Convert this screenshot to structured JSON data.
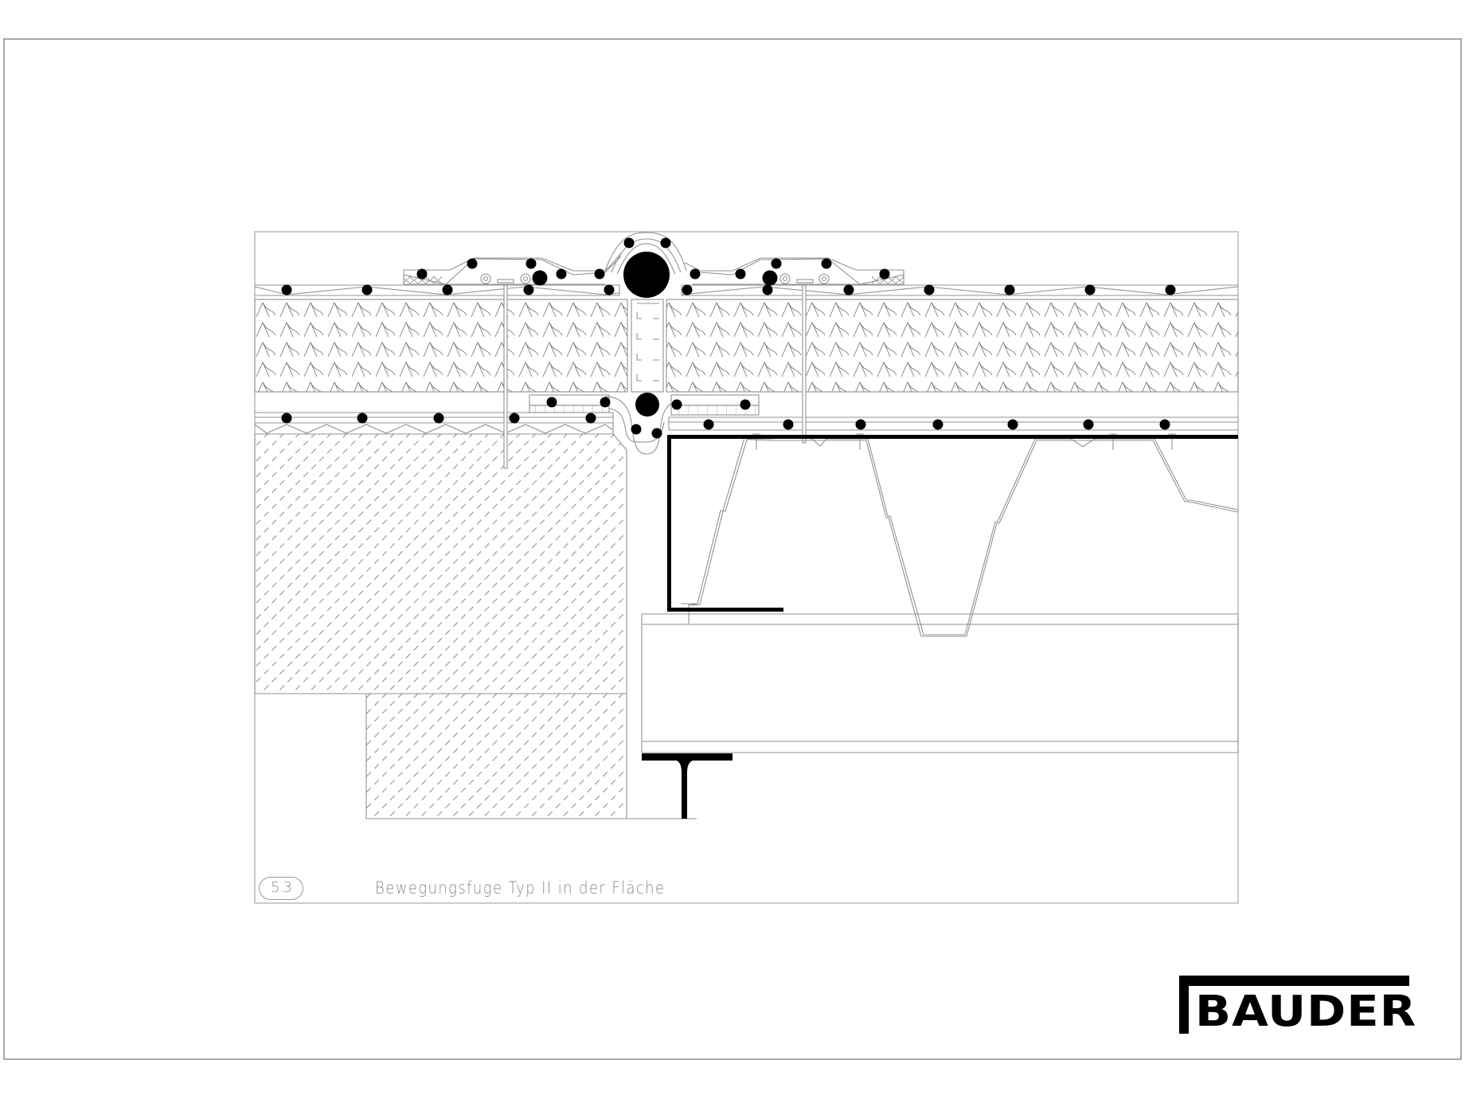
{
  "drawing": {
    "detail_number": "5.3",
    "title": "Bewegungsfuge Typ II in der Fläche",
    "type": "roof expansion joint section detail"
  },
  "brand": {
    "logo_text": "BAUDER",
    "color": "#000000"
  },
  "colors": {
    "frame_outer": "#8c8c8c",
    "frame_inner": "#a8a8a8",
    "line": "#909090",
    "solid": "#000000"
  },
  "components": [
    {
      "name": "top-waterproof-membrane",
      "icon": "membrane-with-dots"
    },
    {
      "name": "joint-cover-strip",
      "icon": "membrane-bulge"
    },
    {
      "name": "support-cord-large",
      "icon": "filled-circle"
    },
    {
      "name": "thermal-insulation",
      "icon": "insulation-hatch"
    },
    {
      "name": "joint-filler",
      "icon": "filler-block"
    },
    {
      "name": "vapor-barrier",
      "icon": "membrane-with-dots"
    },
    {
      "name": "support-cord-small",
      "icon": "filled-circle"
    },
    {
      "name": "concrete-slab",
      "icon": "concrete-hatch"
    },
    {
      "name": "trapezoidal-steel-deck",
      "icon": "trapezoid-profile"
    },
    {
      "name": "steel-angle-edge",
      "icon": "angle-profile"
    },
    {
      "name": "timber-beam",
      "icon": "beam-rect"
    },
    {
      "name": "steel-t-section",
      "icon": "t-profile"
    },
    {
      "name": "mechanical-fasteners",
      "icon": "screw"
    }
  ]
}
